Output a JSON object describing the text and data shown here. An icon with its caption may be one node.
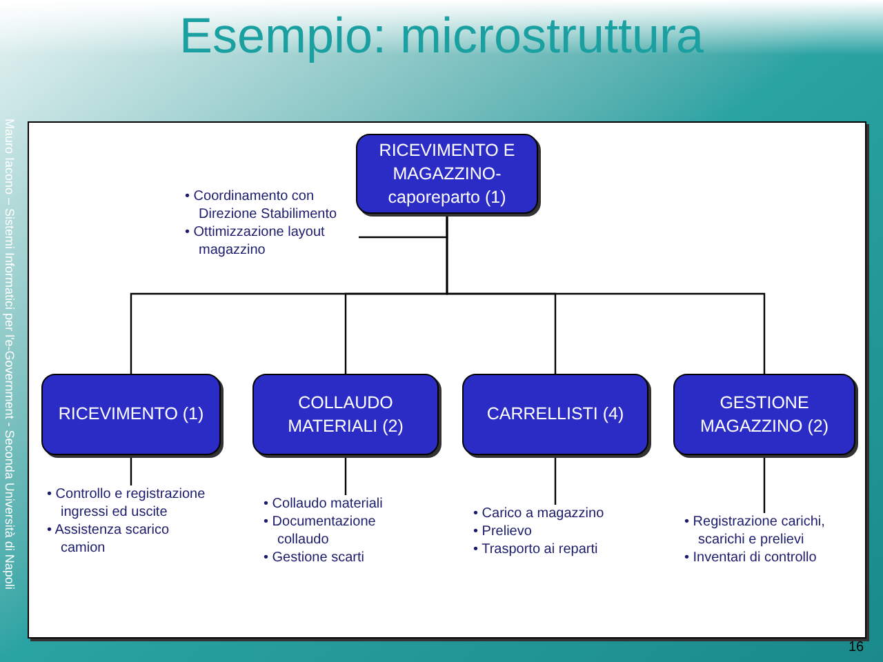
{
  "diagram": {
    "title": "Esempio: microstruttura",
    "nodes": [
      {
        "text": [
          "RICEVIMENTO E MAGAZZINO-caporeparto (1)"
        ]
      },
      {
        "text": [
          "RICEVIMENTO (1)"
        ]
      },
      {
        "text": [
          "COLLAUDO MATERIALI (2)"
        ]
      },
      {
        "text": [
          "CARRELLISTI (4)"
        ]
      },
      {
        "text": [
          "GESTIONE MAGAZZINO (2)"
        ]
      },
      {
        "text": [
          "• Coordinamento con Direzione Stabilimento",
          "• Ottimizzazione layout magazzino"
        ]
      },
      {
        "text": [
          "• Controllo e registrazione ingressi ed uscite",
          "• Assistenza scarico camion"
        ]
      },
      {
        "text": [
          "• Collaudo materiali",
          "• Documentazione collaudo",
          "• Gestione scarti"
        ]
      },
      {
        "text": [
          "• Carico a magazzino",
          "• Prelievo",
          "• Trasporto ai reparti"
        ]
      },
      {
        "text": [
          "• Registrazione carichi, scarichi e prelievi",
          "• Inventari di controllo"
        ]
      }
    ],
    "edges": [
      {
        "from": 0,
        "to": 1,
        "arrow": "none"
      },
      {
        "from": 0,
        "to": 2,
        "arrow": "none"
      },
      {
        "from": 0,
        "to": 3,
        "arrow": "none"
      },
      {
        "from": 0,
        "to": 4,
        "arrow": "none"
      },
      {
        "from": 0,
        "to": 5,
        "arrow": "none"
      },
      {
        "from": 1,
        "to": 6,
        "arrow": "none"
      },
      {
        "from": 2,
        "to": 7,
        "arrow": "none"
      },
      {
        "from": 3,
        "to": 8,
        "arrow": "none"
      },
      {
        "from": 4,
        "to": 9,
        "arrow": "none"
      }
    ],
    "labels": [
      "Mauro Iacono – Sistemi Informatici per l'e-Government - Seconda Università di Napoli",
      "16"
    ]
  }
}
